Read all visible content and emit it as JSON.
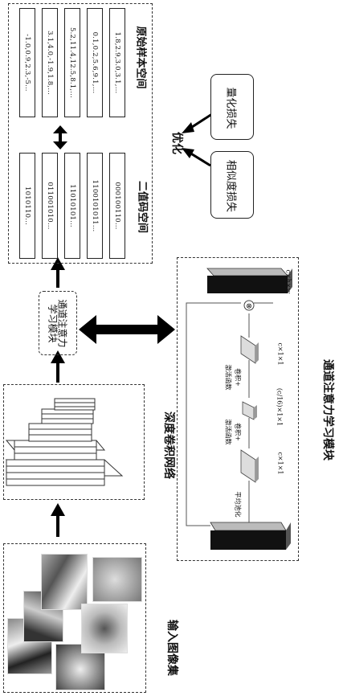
{
  "input_box": {
    "label": "输入图像集"
  },
  "cnn_box": {
    "label": "深度卷积网络"
  },
  "attention_node": {
    "label_line1": "通道注意力",
    "label_line2": "学习模块"
  },
  "original_space": {
    "label": "原始样本空间",
    "values": [
      "-1.0,0.9,2.3,-5…",
      "3.1,4.0,-1.9,1.8,…",
      "5.2,11.4,12.5,8.1,…",
      "0.1,0.2,5.6,9.1,…",
      "1.8,2.9,3.0,3.1,…"
    ]
  },
  "binary_space": {
    "label": "二值码空间",
    "values": [
      "1010110…",
      "011001010…",
      "11010101…",
      "1100101011…",
      "000100110…"
    ]
  },
  "optimize": {
    "label": "优化",
    "box1": "量化损失",
    "box2": "相似度损失"
  },
  "module": {
    "title": "通道注意力学习模块",
    "gap_label": "平均池化",
    "conv1_line1": "卷积+",
    "conv1_line2": "激活函数",
    "conv2_line1": "卷积+",
    "conv2_line2": "激活函数",
    "dim_c11_a": "c×1×1",
    "dim_cr11": "(c/16)×1×1",
    "dim_c11_b": "c×1×1",
    "dim_chw": "c×h×w"
  }
}
